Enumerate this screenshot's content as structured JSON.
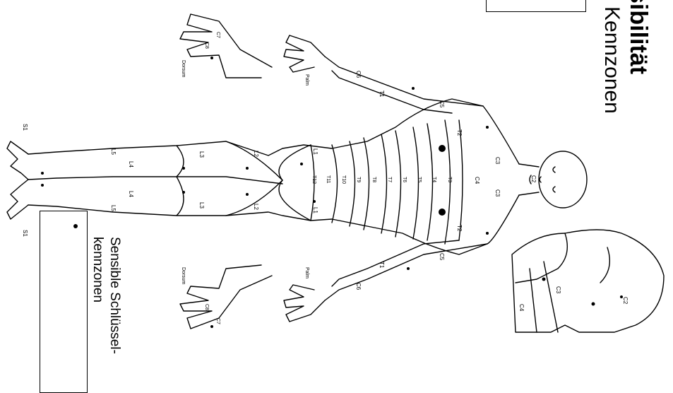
{
  "header": {
    "title": "sibilität",
    "subtitle": "e Kennzonen"
  },
  "legend": {
    "line1": "Sensible Schlüssel-",
    "line2": "kennzonen"
  },
  "body_labels": {
    "face": "C2",
    "neck_row": [
      "C3",
      "C3",
      "C4"
    ],
    "chest_left": "T2",
    "chest_right": "T2",
    "shoulder_left": "C5",
    "shoulder_right": "C5",
    "upper_arm_left": "T1",
    "upper_arm_right": "T1",
    "forearm_left": "C6",
    "forearm_right": "C6",
    "torso": [
      "T3",
      "T4",
      "T5",
      "T6",
      "T7",
      "T8",
      "T9",
      "T10",
      "T11",
      "T12"
    ],
    "groin_left": "L1",
    "groin_right": "L1",
    "thigh_left": "L2",
    "thigh_right": "L2",
    "knee_left": "L3",
    "knee_right": "L3",
    "shin_left": "L4",
    "shin_right": "L4",
    "foot_left": "L5",
    "foot_right": "L5",
    "sole_left": "S1",
    "sole_right": "S1",
    "hand_left": [
      "C7",
      "C8"
    ],
    "hand_right": [
      "C7",
      "C8"
    ],
    "head_side": [
      "C2",
      "C3",
      "C4"
    ],
    "palm_label": "Palm",
    "dorsum_label": "Dorsum"
  }
}
